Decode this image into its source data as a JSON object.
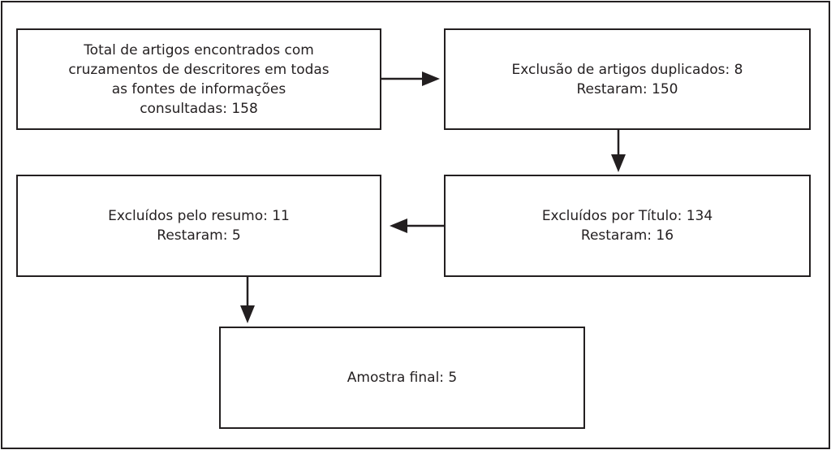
{
  "diagram": {
    "boxes": {
      "total": "Total de artigos encontrados com\ncruzamentos de descritores em todas\nas fontes de informações\nconsultadas: 158",
      "duplicados": "Exclusão de artigos duplicados: 8\nRestaram: 150",
      "titulo": "Excluídos por Título: 134\nRestaram: 16",
      "resumo": "Excluídos pelo resumo: 11\nRestaram: 5",
      "final": "Amostra final: 5"
    }
  }
}
